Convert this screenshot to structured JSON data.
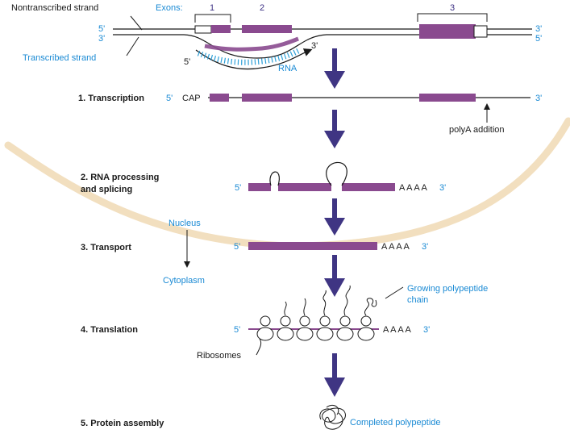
{
  "colors": {
    "exon": "#8a4a8f",
    "arrow": "#3f3583",
    "membrane": "#f2dfbf",
    "label_blue": "#1a8ad4",
    "rna_hatch": "#2ea0d8"
  },
  "labels": {
    "nontranscribed": "Nontranscribed strand",
    "transcribed": "Transcribed strand",
    "exons": "Exons:",
    "exon1": "1",
    "exon2": "2",
    "exon3": "3",
    "rna": "RNA",
    "five": "5'",
    "three": "3'",
    "cap": "CAP",
    "polyA_addition": "polyA addition",
    "poly_a": "A A A A",
    "nucleus": "Nucleus",
    "cytoplasm": "Cytoplasm",
    "growing_chain": "Growing polypeptide",
    "growing_chain2": "chain",
    "ribosomes": "Ribosomes",
    "completed": "Completed polypeptide"
  },
  "steps": [
    {
      "label": "1. Transcription"
    },
    {
      "label": "2. RNA processing"
    },
    {
      "label": "and splicing"
    },
    {
      "label": "3. Transport"
    },
    {
      "label": "4. Translation"
    },
    {
      "label": "5. Protein assembly"
    }
  ]
}
